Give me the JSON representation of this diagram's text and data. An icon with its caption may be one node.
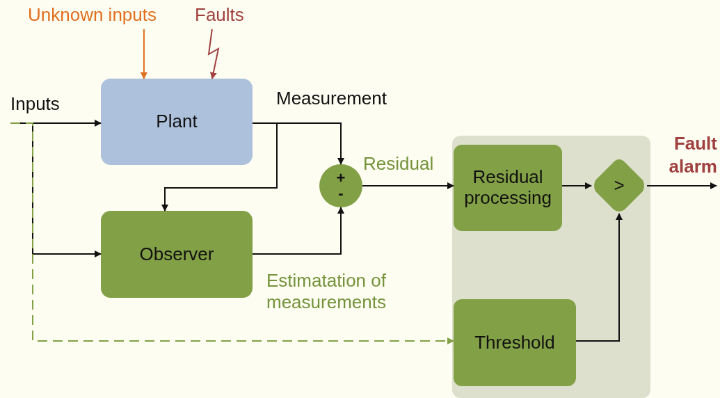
{
  "diagram": {
    "nodes": [
      {
        "text": [
          "Unknown inputs"
        ]
      },
      {
        "text": [
          "Faults"
        ]
      },
      {
        "text": [
          "Inputs"
        ]
      },
      {
        "text": [
          "Plant"
        ]
      },
      {
        "text": [
          "+",
          "-"
        ]
      },
      {
        "text": [
          "Observer"
        ]
      },
      {
        "text": [],
        "shape": "box"
      },
      {
        "text": [
          "Residual processing"
        ],
        "in": 6
      },
      {
        "text": [
          ">"
        ],
        "in": 6
      },
      {
        "text": [
          "Threshold"
        ],
        "in": 6
      }
    ],
    "edges": [
      {
        "from": 0,
        "to": 3,
        "arrow": "to",
        "color": "#e07020"
      },
      {
        "from": 1,
        "to": 3,
        "arrow": "to",
        "color": "#a04040"
      },
      {
        "from": 2,
        "to": 3,
        "arrow": "to"
      },
      {
        "from": 2,
        "to": 5,
        "arrow": "to"
      },
      {
        "from": 2,
        "to": 9,
        "arrow": "to",
        "style": "dashed",
        "color": "#82a046"
      },
      {
        "from": 3,
        "to": 4,
        "arrow": "to",
        "label": "Measurement"
      },
      {
        "from": 3,
        "to": 5,
        "arrow": "to"
      },
      {
        "from": 5,
        "to": 4,
        "arrow": "to",
        "label": "Estimatation of measurements"
      },
      {
        "from": 4,
        "to": 7,
        "arrow": "to",
        "label": "Residual"
      },
      {
        "from": 7,
        "to": 8,
        "arrow": "to"
      },
      {
        "from": 9,
        "to": 8,
        "arrow": "to"
      },
      {
        "from": 8,
        "to": null,
        "arrow": "to"
      }
    ],
    "labels": [
      "Fault alarm"
    ]
  }
}
